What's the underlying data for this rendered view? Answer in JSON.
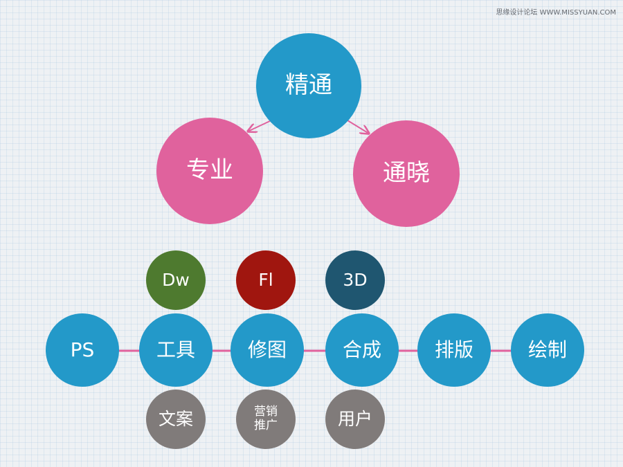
{
  "watermark": "思缘设计论坛 WWW.MISSYUAN.COM",
  "colors": {
    "blue": "#2399c9",
    "pink": "#e0629d",
    "green": "#4e7a2f",
    "red": "#a0160f",
    "navy": "#1f5670",
    "grey": "#807b7a",
    "connector": "#e0629d",
    "background": "#eef1f4"
  },
  "top": {
    "root": "精通",
    "left": "专业",
    "right": "通晓"
  },
  "software": [
    "Dw",
    "Fl",
    "3D"
  ],
  "chain": [
    "PS",
    "工具",
    "修图",
    "合成",
    "排版",
    "绘制"
  ],
  "extras": {
    "copywriting": "文案",
    "marketing": {
      "line1": "营销",
      "line2": "推广"
    },
    "user": "用户"
  }
}
